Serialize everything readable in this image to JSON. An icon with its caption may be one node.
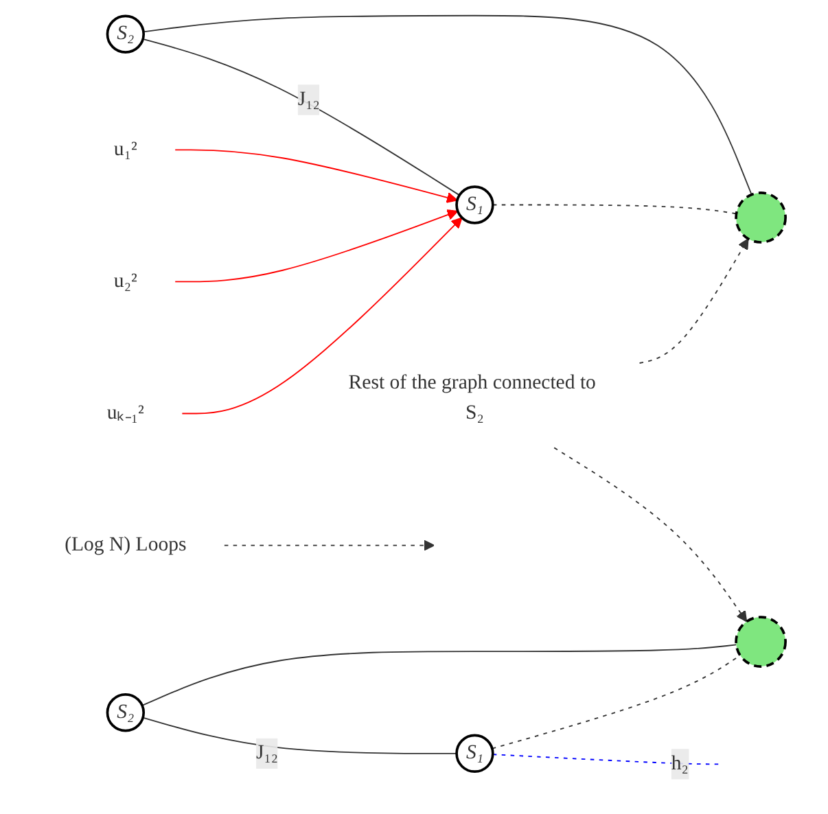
{
  "diagram": {
    "nodes": [
      {
        "text": [],
        "shape": "circle"
      },
      {
        "text": [
          "S₂"
        ]
      },
      {
        "text": [
          "S₁"
        ]
      },
      {
        "text": [
          "u₁²"
        ]
      },
      {
        "text": [
          "u₂²"
        ]
      },
      {
        "text": [
          "uₖ₋₁²"
        ]
      },
      {
        "text": [
          "Rest of the graph connected to S₂"
        ]
      },
      {
        "text": [],
        "shape": "circle"
      },
      {
        "text": [
          "S₂"
        ]
      },
      {
        "text": [
          "S₁"
        ]
      },
      {
        "text": [
          "(Log N) Loops"
        ]
      }
    ],
    "edges": [
      {
        "from": 1,
        "to": 0,
        "arrow": "none"
      },
      {
        "from": 1,
        "to": 2,
        "arrow": "none",
        "label": "J₁₂"
      },
      {
        "from": 2,
        "to": 0,
        "arrow": "none",
        "style": "dashed"
      },
      {
        "from": 3,
        "to": 2,
        "arrow": "to",
        "color": "#ff0000"
      },
      {
        "from": 4,
        "to": 2,
        "arrow": "to",
        "color": "#ff0000"
      },
      {
        "from": 5,
        "to": 2,
        "arrow": "to",
        "color": "#ff0000"
      },
      {
        "from": 6,
        "to": 0,
        "arrow": "to",
        "style": "dashed"
      },
      {
        "from": 6,
        "to": 7,
        "arrow": "to",
        "style": "dashed"
      },
      {
        "from": 8,
        "to": 7,
        "arrow": "none"
      },
      {
        "from": 8,
        "to": 9,
        "arrow": "none",
        "label": "J₁₂"
      },
      {
        "from": 9,
        "to": 7,
        "arrow": "none",
        "style": "dashed"
      },
      {
        "from": 9,
        "to": null,
        "arrow": "none",
        "style": "dashed",
        "color": "#0000ff",
        "label": "h₂"
      },
      {
        "from": 10,
        "to": null,
        "arrow": "to",
        "style": "dashed"
      }
    ]
  }
}
